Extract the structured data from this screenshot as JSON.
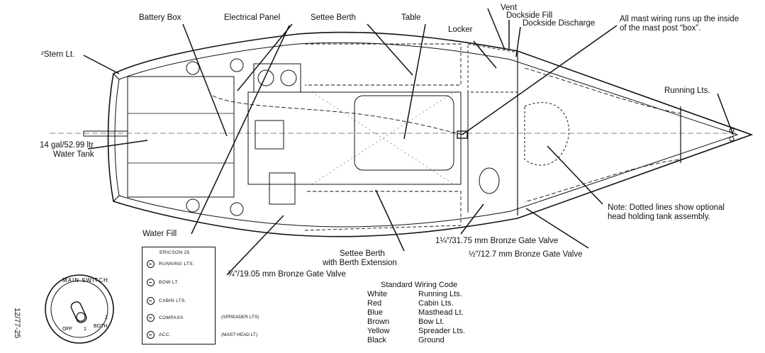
{
  "labels": {
    "battery_box": "Battery Box",
    "electrical_panel": "Electrical Panel",
    "settee_berth_top": "Settee Berth",
    "table": "Table",
    "vent": "Vent",
    "dockside_fill": "Dockside Fill",
    "dockside_discharge": "Dockside Discharge",
    "mast_wiring_line1": "All mast wiring runs up the inside",
    "mast_wiring_line2": "of the mast post “box”.",
    "stern_light": "²Stern Lt.",
    "locker": "Locker",
    "running_lights": "Running Lts.",
    "water_tank_line1": "14 gal/52.99 ltr",
    "water_tank_line2": "Water Tank",
    "note_line1": "Note:  Dotted lines show optional",
    "note_line2": "head holding tank assembly.",
    "water_fill": "Water Fill",
    "valve_1_25": "1¼″/31.75 mm Bronze Gate Valve",
    "valve_0_5": "½″/12.7 mm Bronze Gate Valve",
    "settee_berth_bottom_line1": "Settee Berth",
    "settee_berth_bottom_line2": "with Berth Extension",
    "valve_0_75": "¾″/19.05 mm Bronze Gate Valve"
  },
  "main_switch": {
    "title": "MAIN SWITCH",
    "positions": [
      "OFF",
      "1",
      "BOTH",
      "2"
    ]
  },
  "panel": {
    "header": "ERICSON 25",
    "rows": [
      "RUNNING LTS.",
      "BOW LT.",
      "CABIN LTS.",
      "COMPASS",
      "ACC."
    ],
    "spreader_note": "(SPREADER LTS)",
    "masthead_note": "(MAST HEAD LT)"
  },
  "wiring_code": {
    "title": "Standard Wiring Code",
    "rows": [
      {
        "color": "White",
        "function": "Running Lts."
      },
      {
        "color": "Red",
        "function": "Cabin Lts."
      },
      {
        "color": "Blue",
        "function": "Masthead Lt."
      },
      {
        "color": "Brown",
        "function": "Bow Lt."
      },
      {
        "color": "Yellow",
        "function": "Spreader Lts."
      },
      {
        "color": "Black",
        "function": "Ground"
      }
    ]
  },
  "drawing_code": "12/77-25"
}
